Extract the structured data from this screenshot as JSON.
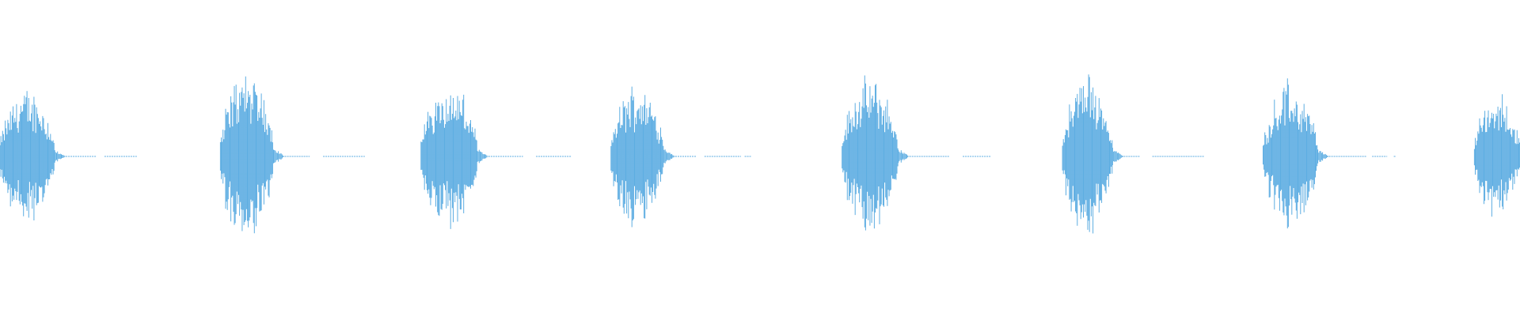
{
  "waveform": {
    "color": "#5dade2",
    "background": "#ffffff",
    "bursts": [
      {
        "start": 0.0,
        "end": 0.036,
        "tail_end": 0.09,
        "peak": 0.52
      },
      {
        "start": 0.145,
        "end": 0.18,
        "tail_end": 0.24,
        "peak": 0.68
      },
      {
        "start": 0.277,
        "end": 0.314,
        "tail_end": 0.376,
        "peak": 0.57
      },
      {
        "start": 0.402,
        "end": 0.437,
        "tail_end": 0.494,
        "peak": 0.56
      },
      {
        "start": 0.554,
        "end": 0.591,
        "tail_end": 0.652,
        "peak": 0.6
      },
      {
        "start": 0.699,
        "end": 0.732,
        "tail_end": 0.792,
        "peak": 0.63
      },
      {
        "start": 0.831,
        "end": 0.867,
        "tail_end": 0.918,
        "peak": 0.56
      },
      {
        "start": 0.97,
        "end": 1.0,
        "tail_end": 1.0,
        "peak": 0.48
      }
    ]
  }
}
